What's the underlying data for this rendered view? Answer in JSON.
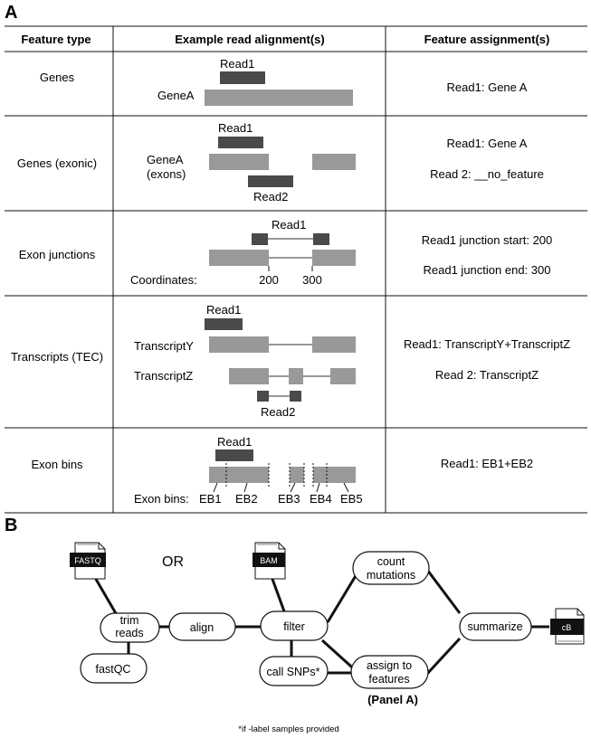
{
  "panel_a": {
    "letter": "A",
    "headers": {
      "feature_type": "Feature type",
      "example": "Example read alignment(s)",
      "assignment": "Feature assignment(s)"
    },
    "rows": [
      {
        "type": "Genes",
        "labels": [
          "Read1",
          "GeneA"
        ],
        "assignments": [
          "Read1: Gene A"
        ]
      },
      {
        "type": "Genes (exonic)",
        "labels": [
          "Read1",
          "GeneA",
          "(exons)",
          "Read2"
        ],
        "assignments": [
          "Read1: Gene A",
          "Read 2: __no_feature"
        ]
      },
      {
        "type": "Exon junctions",
        "labels": [
          "Read1",
          "Coordinates:",
          "200",
          "300"
        ],
        "assignments": [
          "Read1 junction start: 200",
          "Read1 junction end: 300"
        ]
      },
      {
        "type": "Transcripts (TEC)",
        "labels": [
          "Read1",
          "TranscriptY",
          "TranscriptZ",
          "Read2"
        ],
        "assignments": [
          "Read1: TranscriptY+TranscriptZ",
          "Read 2: TranscriptZ"
        ]
      },
      {
        "type": "Exon bins",
        "labels": [
          "Read1",
          "Exon bins:",
          "EB1",
          "EB2",
          "EB3",
          "EB4",
          "EB5"
        ],
        "assignments": [
          "Read1: EB1+EB2"
        ]
      }
    ]
  },
  "panel_b": {
    "letter": "B",
    "file_icons": [
      "FASTQ",
      "BAM",
      "cB"
    ],
    "or_label": "OR",
    "nodes": {
      "trim": [
        "trim",
        "reads"
      ],
      "fastqc": "fastQC",
      "align": "align",
      "filter": "filter",
      "call_snps": "call SNPs*",
      "count": [
        "count",
        "mutations"
      ],
      "assign": [
        "assign to",
        "features"
      ],
      "summarize": "summarize"
    },
    "panel_a_ref": "(Panel A)",
    "footnote": "*if -label samples provided"
  }
}
